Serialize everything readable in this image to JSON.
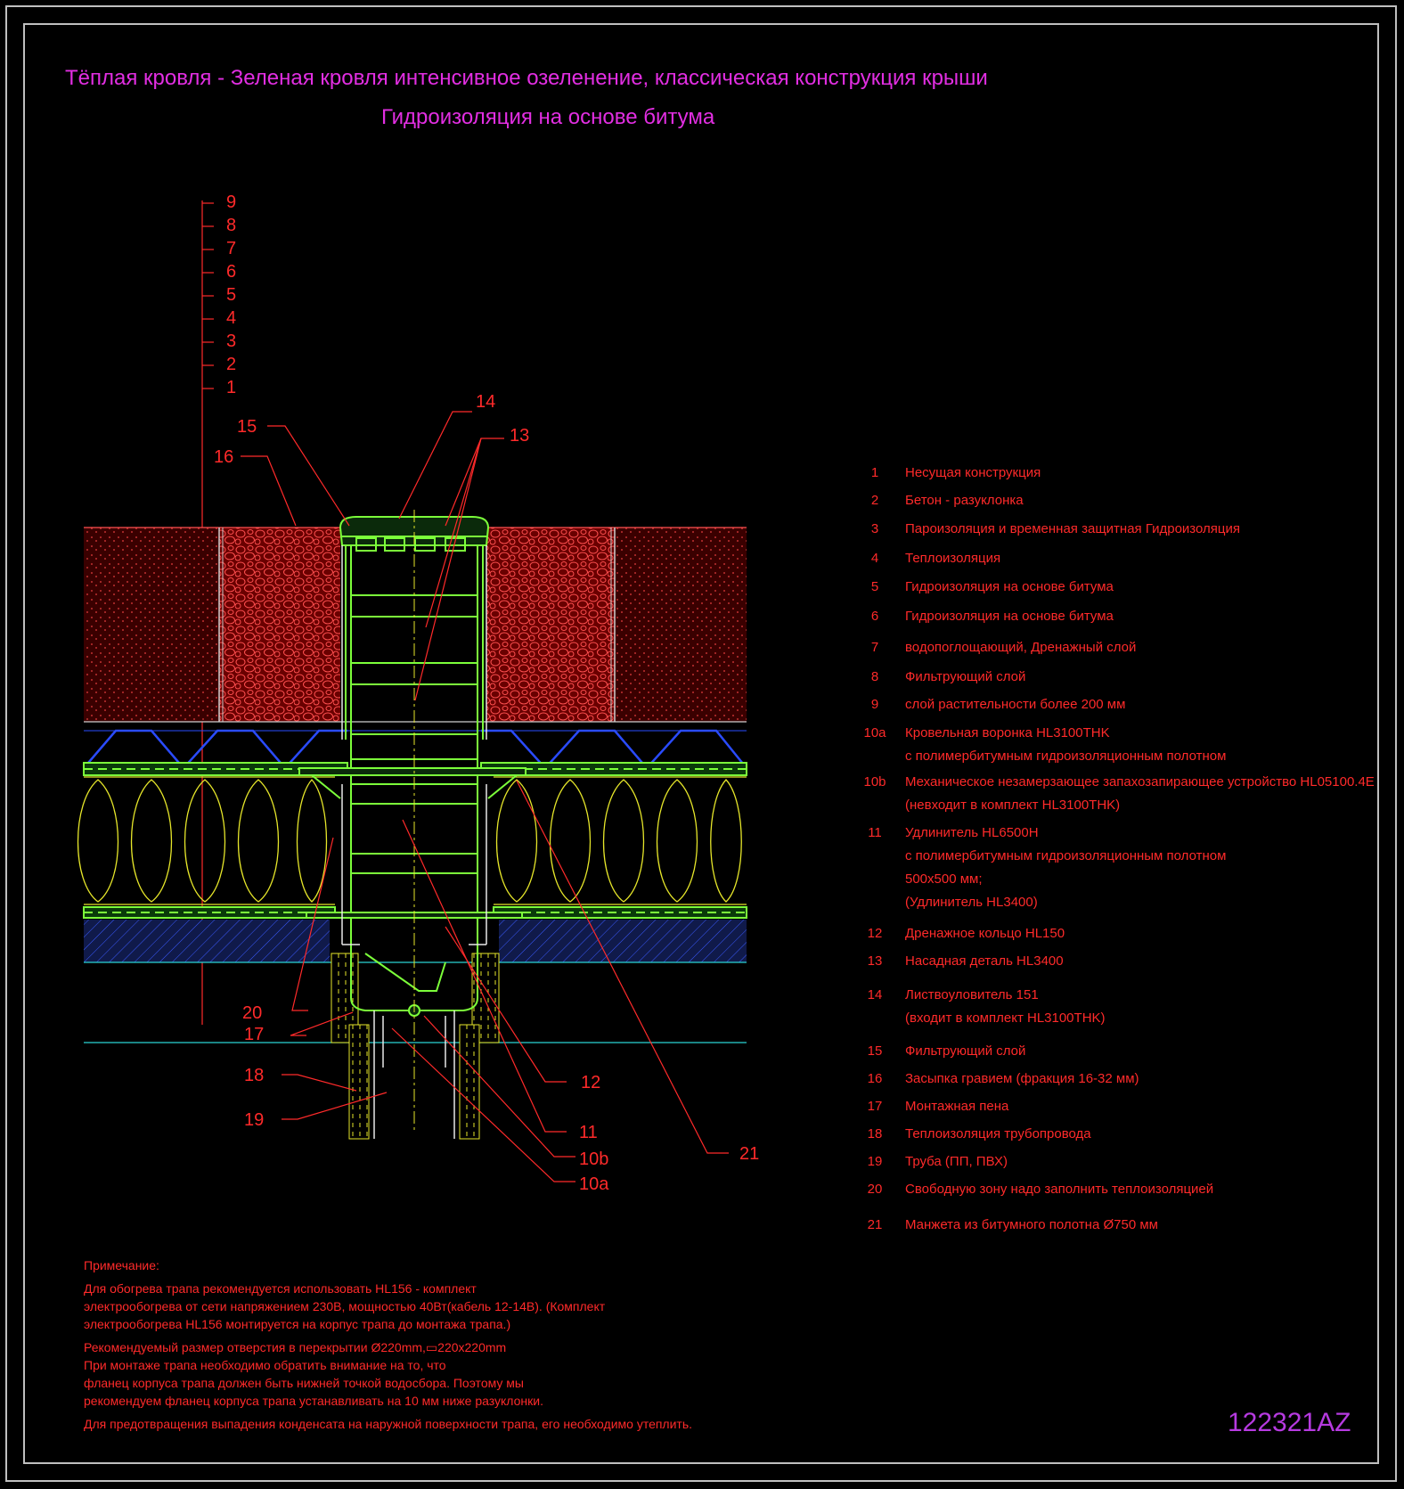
{
  "title": {
    "line1": "Тёплая кровля - Зеленая кровля интенсивное озеленение, классическая конструкция крыши",
    "line2": "Гидроизоляция на основе битума"
  },
  "layer_scale": [
    "9",
    "8",
    "7",
    "6",
    "5",
    "4",
    "3",
    "2",
    "1"
  ],
  "callouts": {
    "c14": "14",
    "c13": "13",
    "c15": "15",
    "c16": "16",
    "c20": "20",
    "c17": "17",
    "c18": "18",
    "c19": "19",
    "c12": "12",
    "c11": "11",
    "c10b": "10b",
    "c10a": "10a",
    "c21": "21"
  },
  "legend": [
    {
      "num": "1",
      "lines": [
        "Несущая конструкция"
      ]
    },
    {
      "num": "2",
      "lines": [
        "Бетон - разуклонка"
      ]
    },
    {
      "num": "3",
      "lines": [
        "Пароизоляция и временная защитная Гидроизоляция"
      ]
    },
    {
      "num": "4",
      "lines": [
        "Теплоизоляция"
      ]
    },
    {
      "num": "5",
      "lines": [
        "Гидроизоляция на основе битума"
      ]
    },
    {
      "num": "6",
      "lines": [
        "Гидроизоляция на основе битума"
      ]
    },
    {
      "num": "7",
      "lines": [
        "водопоглощающий, Дренажный слой"
      ]
    },
    {
      "num": "8",
      "lines": [
        "Фильтрующий слой"
      ]
    },
    {
      "num": "9",
      "lines": [
        "слой растительности более 200 мм"
      ]
    },
    {
      "num": "10a",
      "lines": [
        "Кровельная воронка HL3100THK",
        "с полимербитумным гидроизоляционным полотном"
      ]
    },
    {
      "num": "10b",
      "lines": [
        "Механическое незамерзающее запахозапирающее устройство HL05100.4E",
        "(невходит в комплект HL3100THK)"
      ]
    },
    {
      "num": "11",
      "lines": [
        "Удлинитель HL6500H",
        " с полимербитумным гидроизоляционным полотном",
        "500x500 мм;",
        "(Удлинитель HL3400)"
      ]
    },
    {
      "num": "12",
      "lines": [
        "Дренажное кольцо HL150"
      ]
    },
    {
      "num": "13",
      "lines": [
        "Насадная деталь HL3400"
      ]
    },
    {
      "num": "14",
      "lines": [
        "Листвоуловитель 151",
        "(входит в комплект HL3100THK)"
      ]
    },
    {
      "num": "15",
      "lines": [
        "Фильтрующий слой"
      ]
    },
    {
      "num": "16",
      "lines": [
        "Засыпка гравием (фракция 16-32 мм)"
      ]
    },
    {
      "num": "17",
      "lines": [
        "Монтажная пена"
      ]
    },
    {
      "num": "18",
      "lines": [
        "Теплоизоляция трубопровода"
      ]
    },
    {
      "num": "19",
      "lines": [
        "Труба (ПП, ПВХ)"
      ]
    },
    {
      "num": "20",
      "lines": [
        "Свободную зону надо заполнить теплоизоляцией"
      ]
    },
    {
      "num": "21",
      "lines": [
        "Манжета из битумного полотна Ø750 мм"
      ]
    }
  ],
  "notes": {
    "heading": "Примечание:",
    "p1": [
      "Для обогрева трапа рекомендуется использовать HL156 - комплект",
      "электрообогрева от сети напряжением 230В, мощностью 40Вт(кабель 12-14В). (Комплект",
      "электрообогрева HL156 монтируется на корпус трапа до монтажа трапа.)"
    ],
    "p2": [
      "Рекомендуемый размер отверстия в перекрытии Ø220mm,▭220x220mm",
      "При монтаже трапа необходимо обратить внимание на то, что",
      "фланец корпуса трапа должен быть нижней точкой водосбора. Поэтому мы",
      "рекомендуем фланец корпуса трапа устанавливать на 10 мм ниже разуклонки."
    ],
    "p3": [
      "Для предотвращения выпадения конденсата на наружной поверхности трапа, его необходимо утеплить."
    ]
  },
  "sheet_code": "122321AZ",
  "colors": {
    "title": "#e22ee2",
    "annotation": "#ff2a2a",
    "frame": "#bfbfbf",
    "drain": "#7cff3a",
    "insulation": "#e6e62a",
    "drainage_layer": "#2a4bff",
    "base_line": "#2ad4d4",
    "sheet_code": "#b63ae0"
  }
}
